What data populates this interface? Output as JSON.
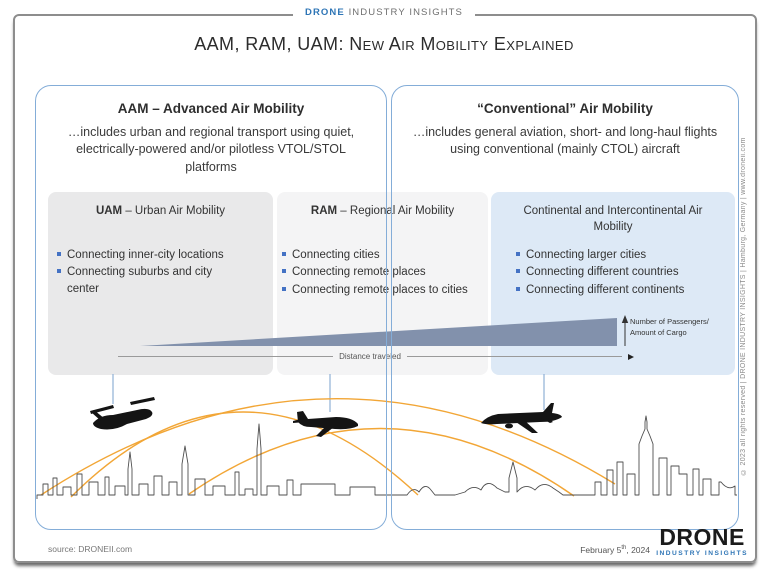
{
  "header": {
    "brand_primary": "DRONE",
    "brand_secondary": "INDUSTRY INSIGHTS"
  },
  "title": "AAM, RAM, UAM: New Air Mobility Explained",
  "panels": {
    "aam": {
      "heading": "AAM – Advanced Air Mobility",
      "description": "…includes urban and regional transport using quiet, electrically-powered and/or pilotless VTOL/STOL platforms"
    },
    "conventional": {
      "heading": "“Conventional” Air Mobility",
      "description": "…includes general aviation, short- and long-haul flights using conventional (mainly CTOL) aircraft"
    }
  },
  "categories": {
    "uam": {
      "abbr": "UAM",
      "rest": " – Urban Air Mobility",
      "bullets": [
        "Connecting inner-city locations",
        "Connecting suburbs and city center"
      ]
    },
    "ram": {
      "abbr": "RAM",
      "rest": " – Regional Air Mobility",
      "bullets": [
        "Connecting cities",
        "Connecting remote places",
        "Connecting remote places to cities"
      ]
    },
    "continental": {
      "title": "Continental and Intercontinental Air Mobility",
      "bullets": [
        "Connecting larger cities",
        "Connecting different countries",
        "Connecting different continents"
      ]
    }
  },
  "diagram": {
    "y_axis_label_line1": "Number of Passengers/",
    "y_axis_label_line2": "Amount of Cargo",
    "x_axis_label": "Distance traveled",
    "wedge_color": "#8291ac",
    "flight_path_color": "#F2A636",
    "panel_border_blue": "#84add8",
    "bullet_blue": "#4472c4"
  },
  "footer": {
    "source": "source: DRONEII.com",
    "date_main": "February 5",
    "date_superscript": "th",
    "date_tail": ", 2024",
    "logo_primary": "DRONE",
    "logo_secondary": "INDUSTRY INSIGHTS"
  },
  "copyright_vertical": "© 2023 all rights reserved  |  DRONE INDUSTRY INSIGHTS  |  Hamburg, Germany  |  www.droneii.com"
}
